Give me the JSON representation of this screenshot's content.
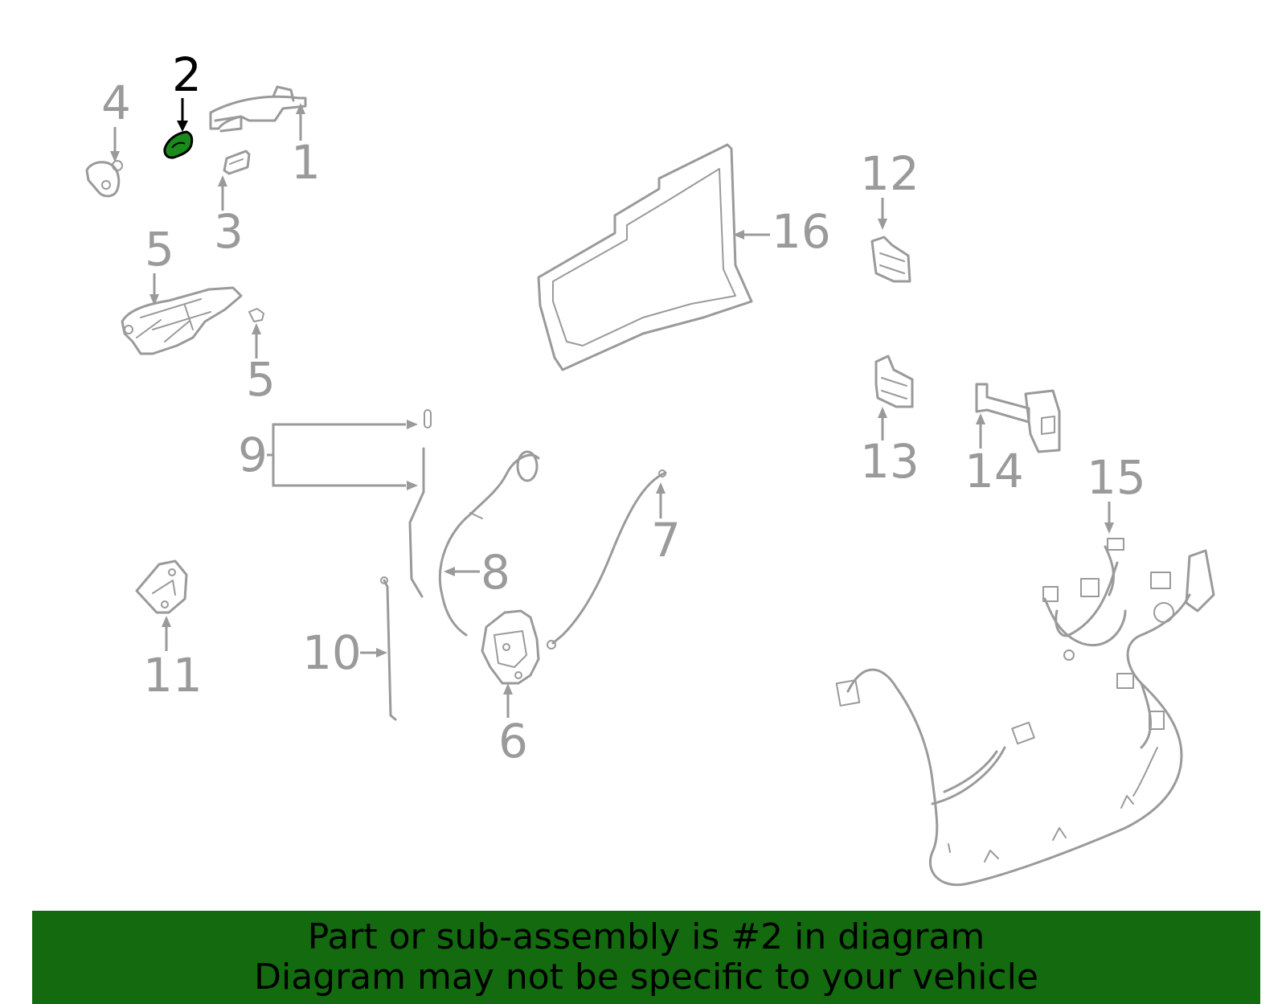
{
  "diagram": {
    "highlighted_part": "2",
    "highlight_color": "#1a8a1a",
    "line_color": "#9a9a9a",
    "callouts": {
      "c1": "1",
      "c2": "2",
      "c3": "3",
      "c4": "4",
      "c5a": "5",
      "c5b": "5",
      "c6": "6",
      "c7": "7",
      "c8": "8",
      "c9": "9",
      "c10": "10",
      "c11": "11",
      "c12": "12",
      "c13": "13",
      "c14": "14",
      "c15": "15",
      "c16": "16"
    }
  },
  "banner": {
    "background": "#136a0f",
    "line1": "Part or sub-assembly is #2 in diagram",
    "line2": "Diagram may not be specific to your vehicle"
  }
}
